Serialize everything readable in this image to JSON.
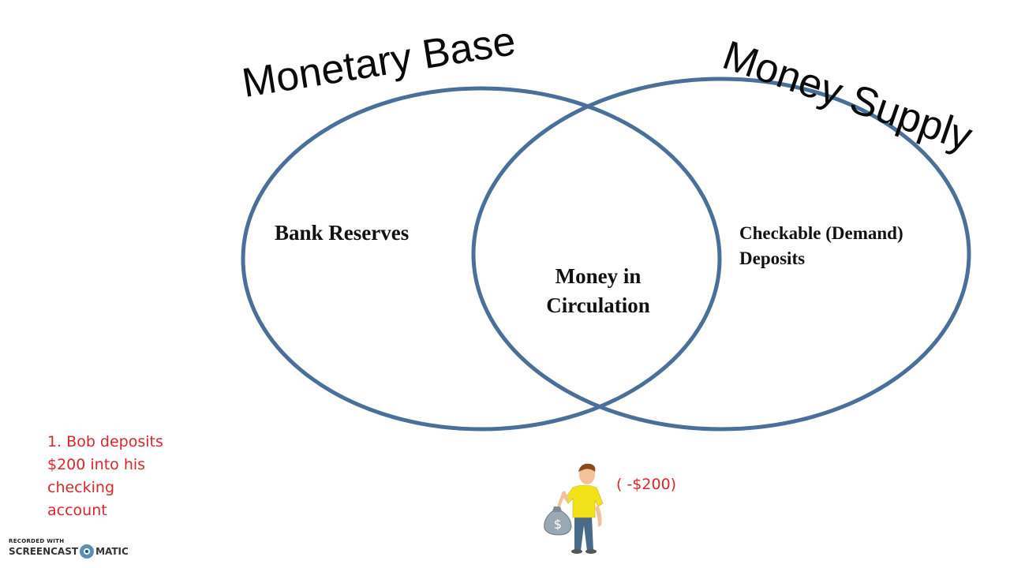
{
  "diagram": {
    "left_set_label": "Monetary Base",
    "right_set_label": "Money Supply",
    "left_region_text": "Bank Reserves",
    "center_region_line1": "Money in",
    "center_region_line2": "Circulation",
    "right_region_line1": "Checkable (Demand)",
    "right_region_line2": "Deposits",
    "circle_color": "#4a6f98"
  },
  "note": {
    "lines": [
      "1.  Bob deposits",
      "$200 into his",
      "checking",
      "account"
    ],
    "color": "#d9262c"
  },
  "character": {
    "badge": "( -$200)",
    "bag_symbol": "$"
  },
  "watermark": {
    "small": "RECORDED WITH",
    "left": "SCREENCAST",
    "right": "MATIC"
  }
}
